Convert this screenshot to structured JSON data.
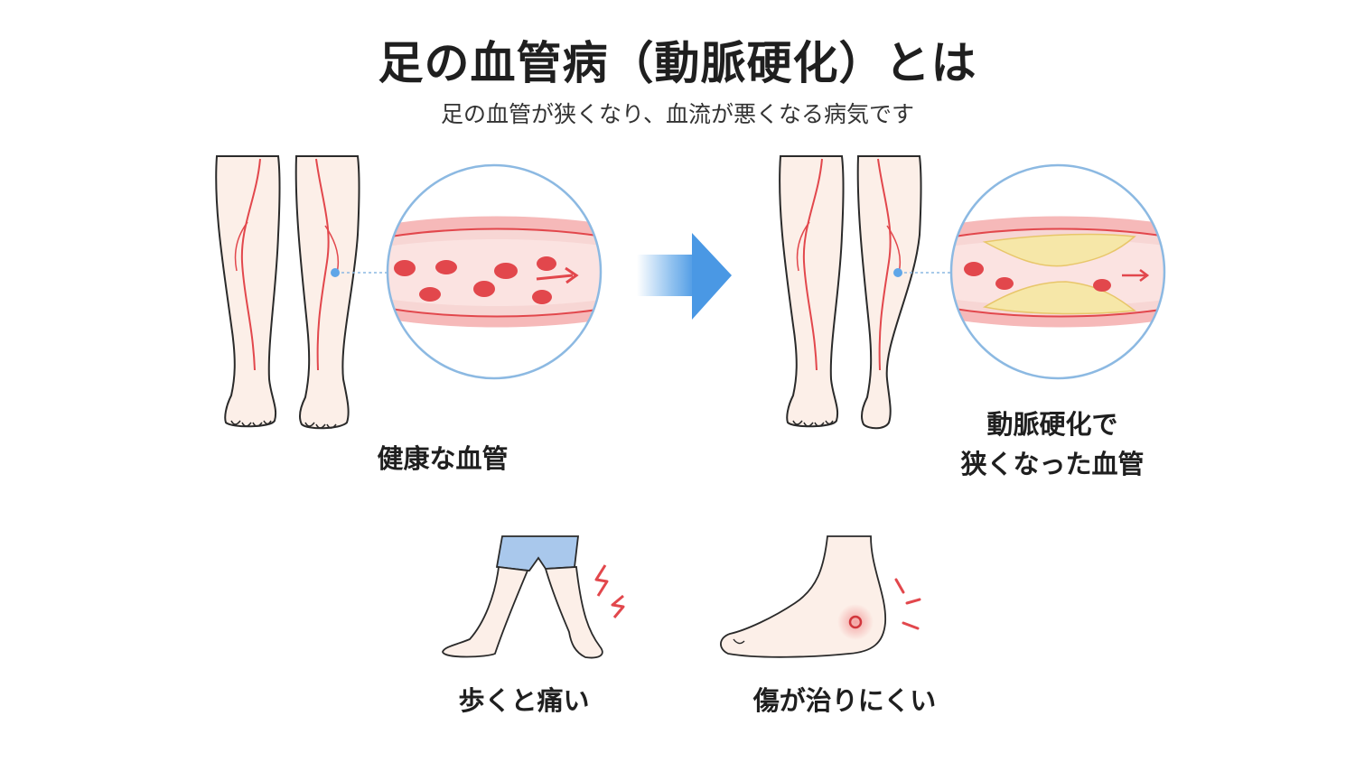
{
  "header": {
    "title": "足の血管病（動脈硬化）とは",
    "subtitle": "足の血管が狭くなり、血流が悪くなる病気です"
  },
  "panels": {
    "healthy": {
      "label": "健康な血管"
    },
    "narrowed": {
      "label_line1": "動脈硬化で",
      "label_line2": "狭くなった血管"
    }
  },
  "symptoms": [
    {
      "label": "歩くと痛い",
      "icon": "walking-legs-pain-icon"
    },
    {
      "label": "傷が治りにくい",
      "icon": "foot-wound-icon"
    }
  ],
  "colors": {
    "vessel": "#e2474c",
    "vessel_wall": "#f6b9b9",
    "plaque": "#f6e7a8",
    "lens_border": "#8cb9e2",
    "arrow": "#5fa6e8",
    "skin": "#fcefe8",
    "shorts": "#a9c8ec"
  }
}
